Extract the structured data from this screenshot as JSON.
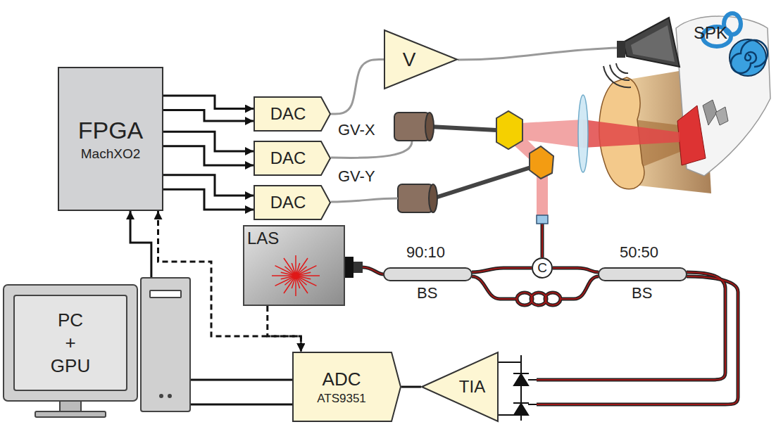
{
  "diagram": {
    "nodes": [
      {
        "text": [
          "FPGA",
          "MachXO2"
        ]
      },
      {
        "text": [
          "DAC"
        ]
      },
      {
        "text": [
          "DAC"
        ]
      },
      {
        "text": [
          "DAC"
        ]
      },
      {
        "text": [
          "V"
        ]
      },
      {
        "text": [
          "LAS"
        ]
      },
      {
        "text": [
          "C"
        ]
      },
      {
        "text": [
          "ADC",
          "ATS9351"
        ]
      },
      {
        "text": [
          "TIA"
        ]
      },
      {
        "text": [
          "PC + GPU"
        ]
      }
    ],
    "edges": [
      {
        "from": 0,
        "to": 1,
        "arrow": "to"
      },
      {
        "from": 0,
        "to": 1,
        "arrow": "to"
      },
      {
        "from": 0,
        "to": 2,
        "arrow": "to"
      },
      {
        "from": 0,
        "to": 2,
        "arrow": "to"
      },
      {
        "from": 0,
        "to": 3,
        "arrow": "to"
      },
      {
        "from": 0,
        "to": 3,
        "arrow": "to"
      },
      {
        "from": 1,
        "to": 4,
        "arrow": "none"
      },
      {
        "from": 9,
        "to": 0,
        "arrow": "to"
      },
      {
        "from": 0,
        "to": 7,
        "arrow": "both"
      },
      {
        "from": 5,
        "to": 7,
        "arrow": "to"
      },
      {
        "from": 9,
        "to": 7,
        "arrow": "none"
      },
      {
        "from": 9,
        "to": 7,
        "arrow": "none"
      },
      {
        "from": 8,
        "to": 7,
        "arrow": "none"
      }
    ],
    "labels": [
      "SPK",
      "GV-X",
      "GV-Y",
      "90:10",
      "BS",
      "50:50",
      "BS"
    ]
  }
}
